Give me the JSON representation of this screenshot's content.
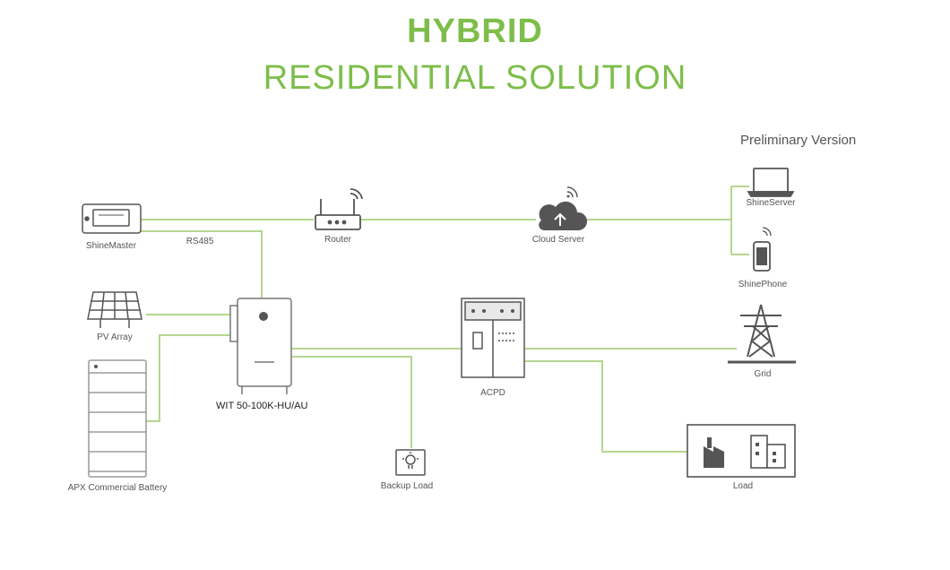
{
  "header": {
    "title": "HYBRID",
    "subtitle": "RESIDENTIAL SOLUTION"
  },
  "colors": {
    "accent": "#7dbe4a",
    "line": "#b5d68f",
    "icon": "#555555"
  },
  "diagram": {
    "preliminary": "Preliminary Version",
    "labels": {
      "shinemaster": "ShineMaster",
      "rs485": "RS485",
      "router": "Router",
      "cloud_server": "Cloud Server",
      "shineserver": "ShineServer",
      "shinephone": "ShinePhone",
      "pv_array": "PV Array",
      "inverter_model": "WIT 50-100K-HU/AU",
      "battery": "APX Commercial Battery",
      "acpd": "ACPD",
      "grid": "Grid",
      "backup_load": "Backup Load",
      "load": "Load"
    }
  }
}
